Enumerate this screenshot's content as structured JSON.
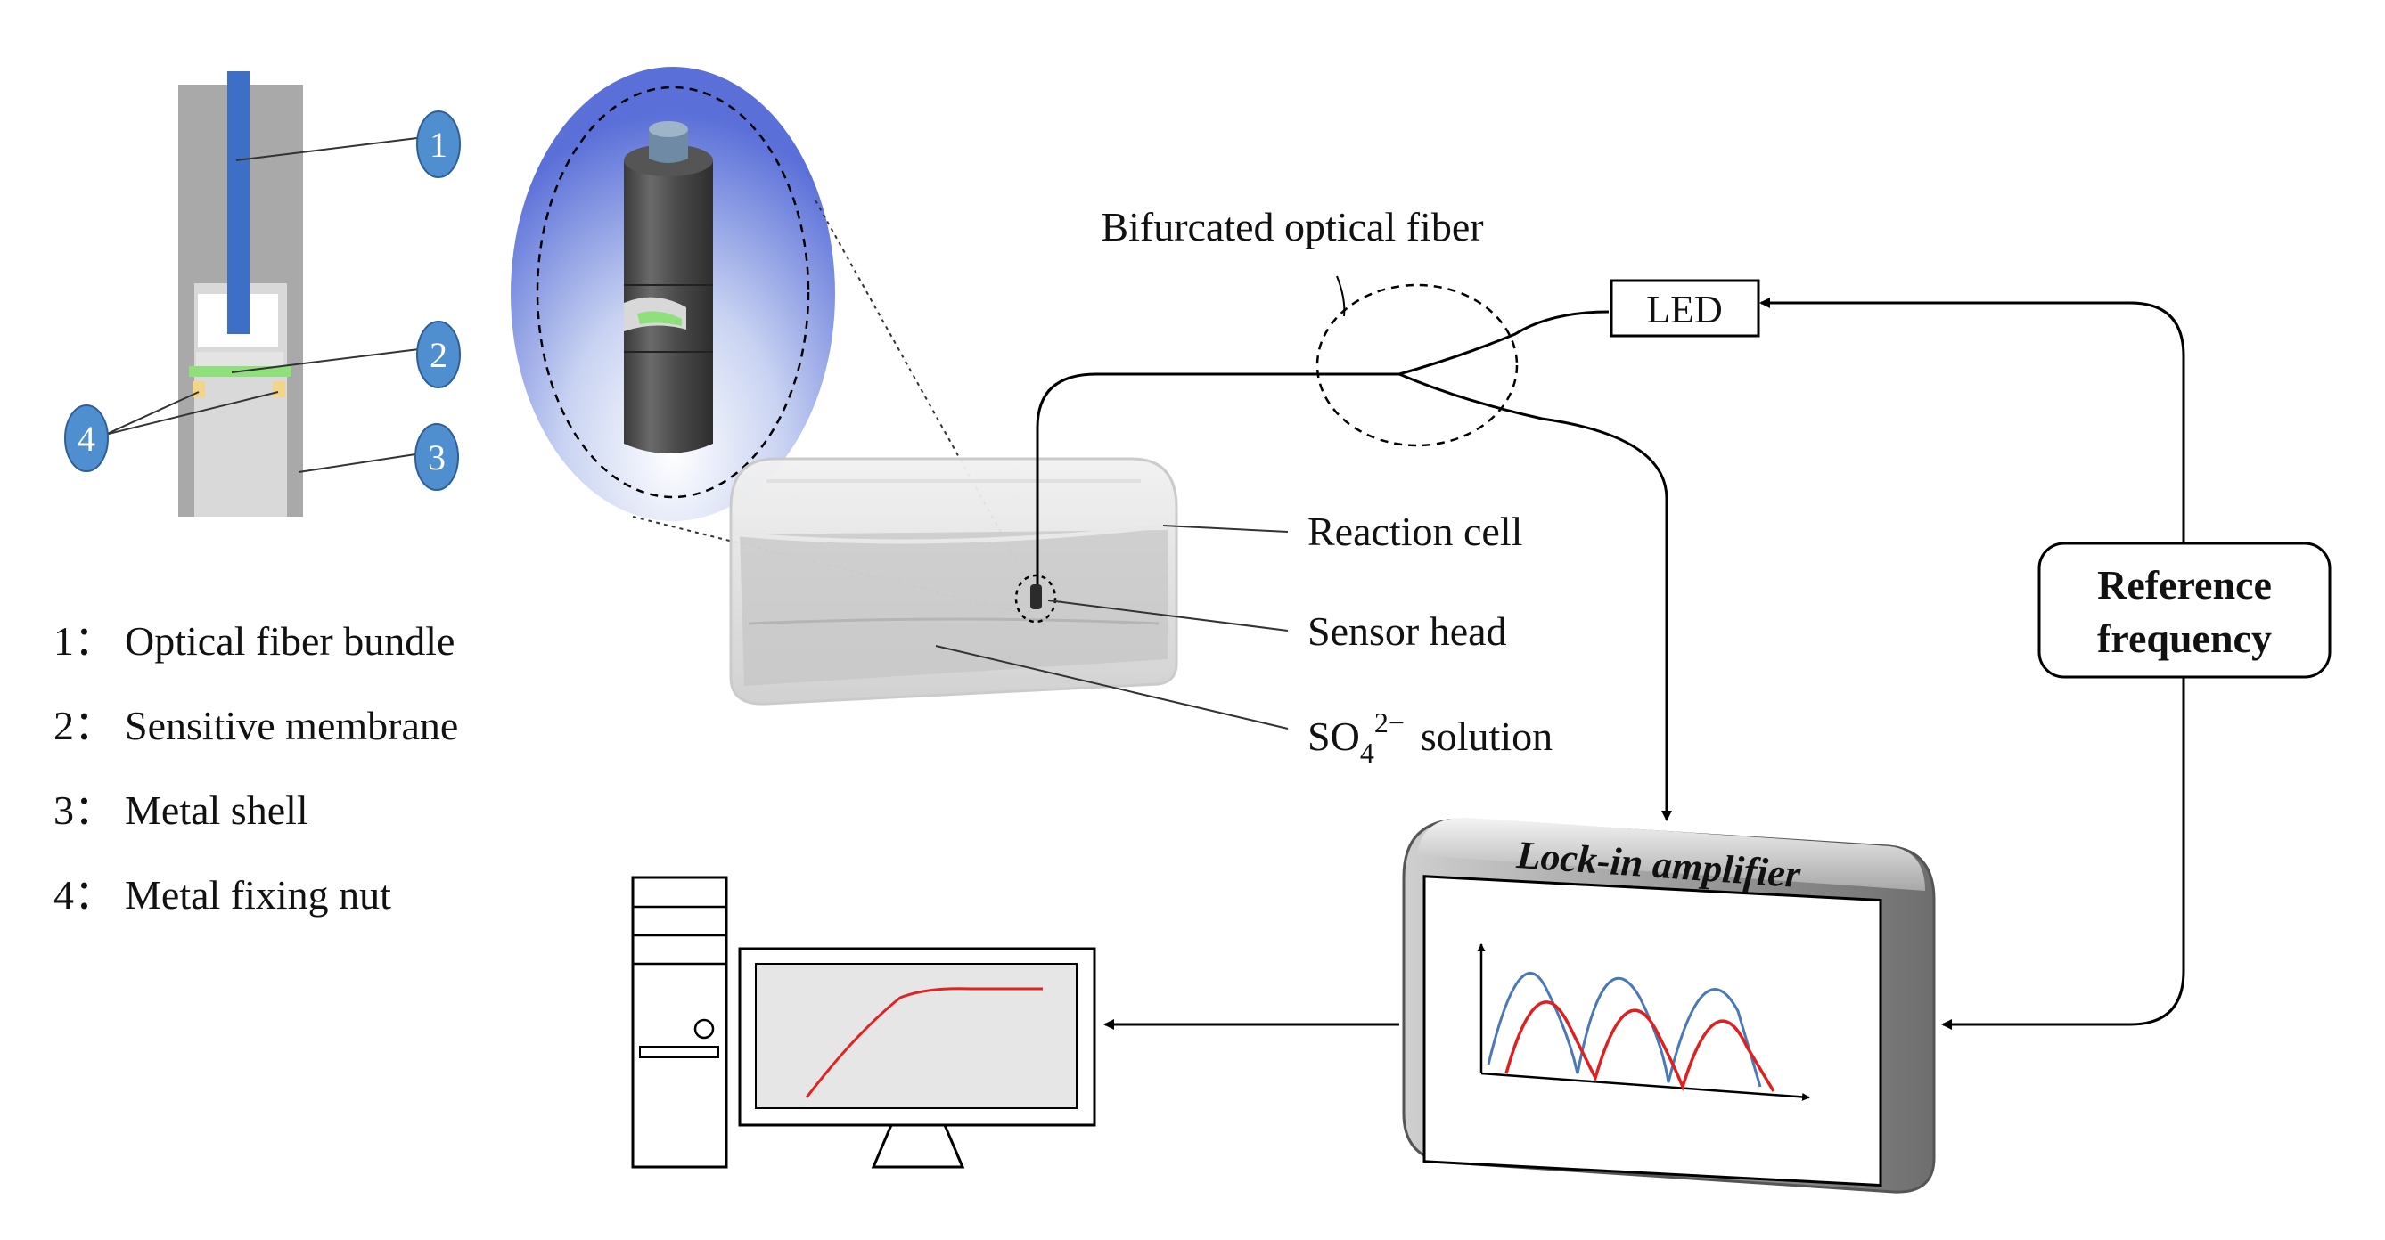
{
  "callouts": {
    "c1": "1",
    "c2": "2",
    "c3": "3",
    "c4": "4"
  },
  "legend": {
    "items": [
      {
        "num": "1：",
        "text": "Optical fiber bundle"
      },
      {
        "num": "2：",
        "text": "Sensitive membrane"
      },
      {
        "num": "3：",
        "text": "Metal shell"
      },
      {
        "num": "4：",
        "text": "Metal fixing nut"
      }
    ]
  },
  "labels": {
    "bifurcated_fiber": "Bifurcated optical fiber",
    "led": "LED",
    "reaction_cell": "Reaction cell",
    "sensor_head": "Sensor head",
    "solution_main": "SO",
    "solution_sub": "4",
    "solution_sup": "2−",
    "solution_rest": "solution",
    "reference_line1": "Reference",
    "reference_line2": "frequency",
    "lockin": "Lock-in amplifier"
  },
  "colors": {
    "callout_fill": "#4f8fd0",
    "fiber_blue": "#3e6fc7",
    "membrane_green": "#8fe07a",
    "nut_yellow": "#f1d68a",
    "shell_gray": "#b8b8b8",
    "wave_blue": "#4a78b8",
    "wave_red": "#e02020",
    "curve_red": "#e02424"
  },
  "icons": {
    "computer": "desktop-computer-icon",
    "monitor": "monitor-icon"
  }
}
